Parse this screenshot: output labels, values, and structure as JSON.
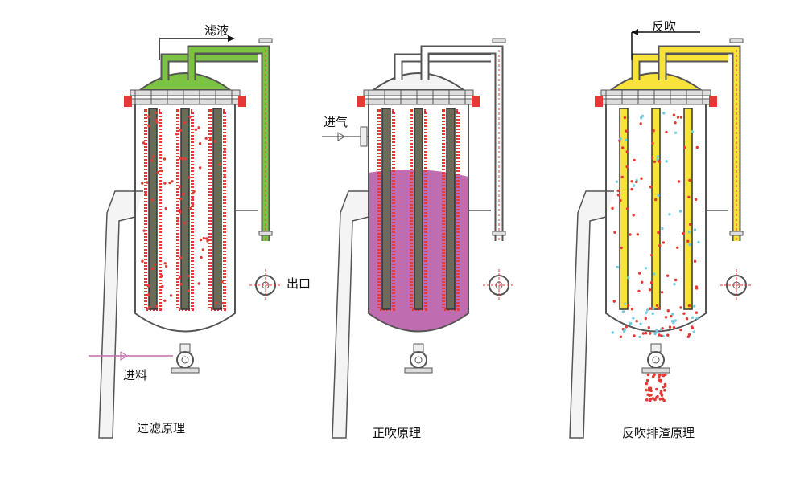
{
  "panels": [
    {
      "caption": "过滤原理",
      "flow_label": "滤液",
      "side_labels": [
        "出口",
        "进料"
      ],
      "accent": "#7cc243",
      "fill_color": "#ffffff",
      "particle_color": "#e53935"
    },
    {
      "caption": "正吹原理",
      "side_labels": [
        "进气"
      ],
      "accent": "#ffffff",
      "fill_color": "#c06cb0",
      "particle_color": "#e53935"
    },
    {
      "caption": "反吹排渣原理",
      "flow_label": "反吹",
      "accent": "#f7e33a",
      "fill_color": "#ffffff",
      "particle_color": "#e53935",
      "bubble_color": "#6ecde0"
    }
  ]
}
